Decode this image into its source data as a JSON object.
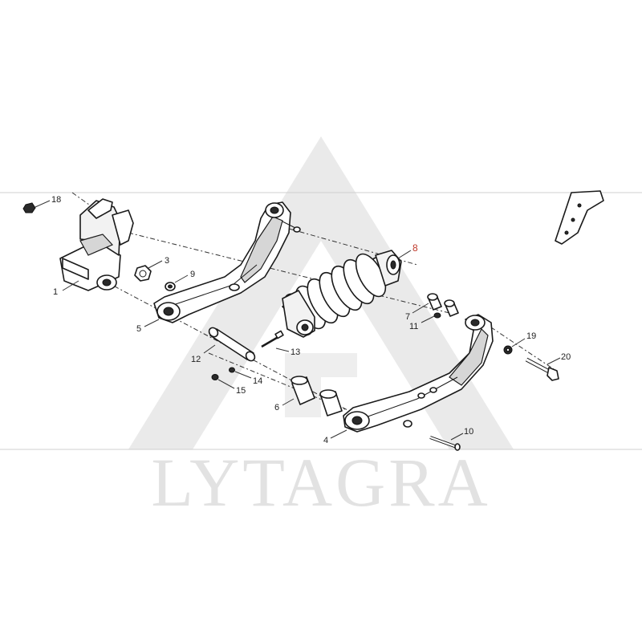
{
  "watermark": {
    "brand": "LYTAGRA"
  },
  "callouts": {
    "c1": "1",
    "c3": "3",
    "c4": "4",
    "c5": "5",
    "c6": "6",
    "c7": "7",
    "c8": "8",
    "c9": "9",
    "c10": "10",
    "c11": "11",
    "c12": "12",
    "c13": "13",
    "c14": "14",
    "c15": "15",
    "c18": "18",
    "c19": "19",
    "c20": "20"
  },
  "colors": {
    "highlight_callout": "#c0392b",
    "watermark": "#d9d9d9",
    "line": "#1a1a1a"
  }
}
